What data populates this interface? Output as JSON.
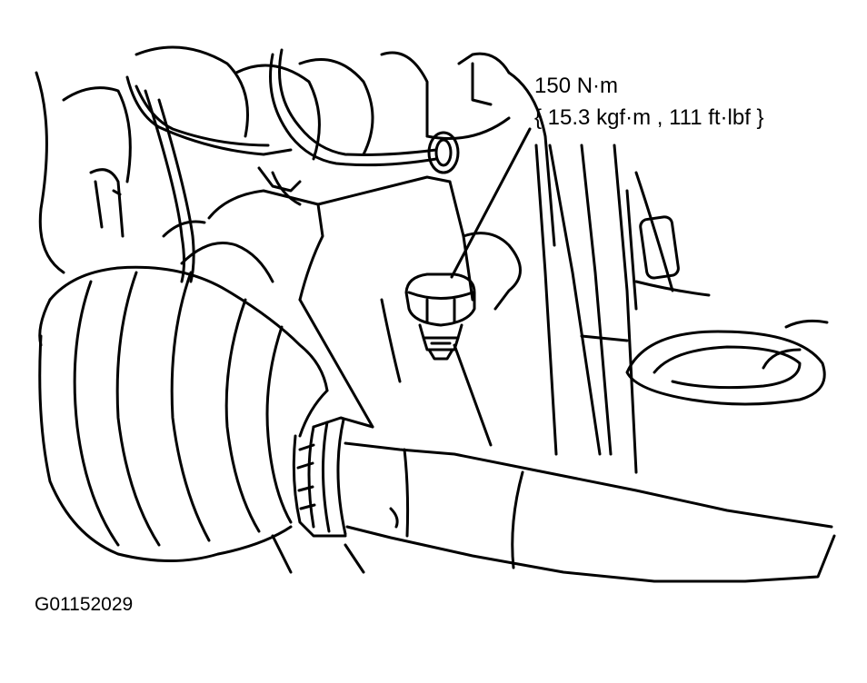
{
  "callout": {
    "torque_value": "150 N·m",
    "torque_conversions": "{ 15.3 kgf·m , 111 ft·lbf }"
  },
  "figure_id": "G01152029",
  "colors": {
    "line": "#000000",
    "background": "#ffffff"
  }
}
